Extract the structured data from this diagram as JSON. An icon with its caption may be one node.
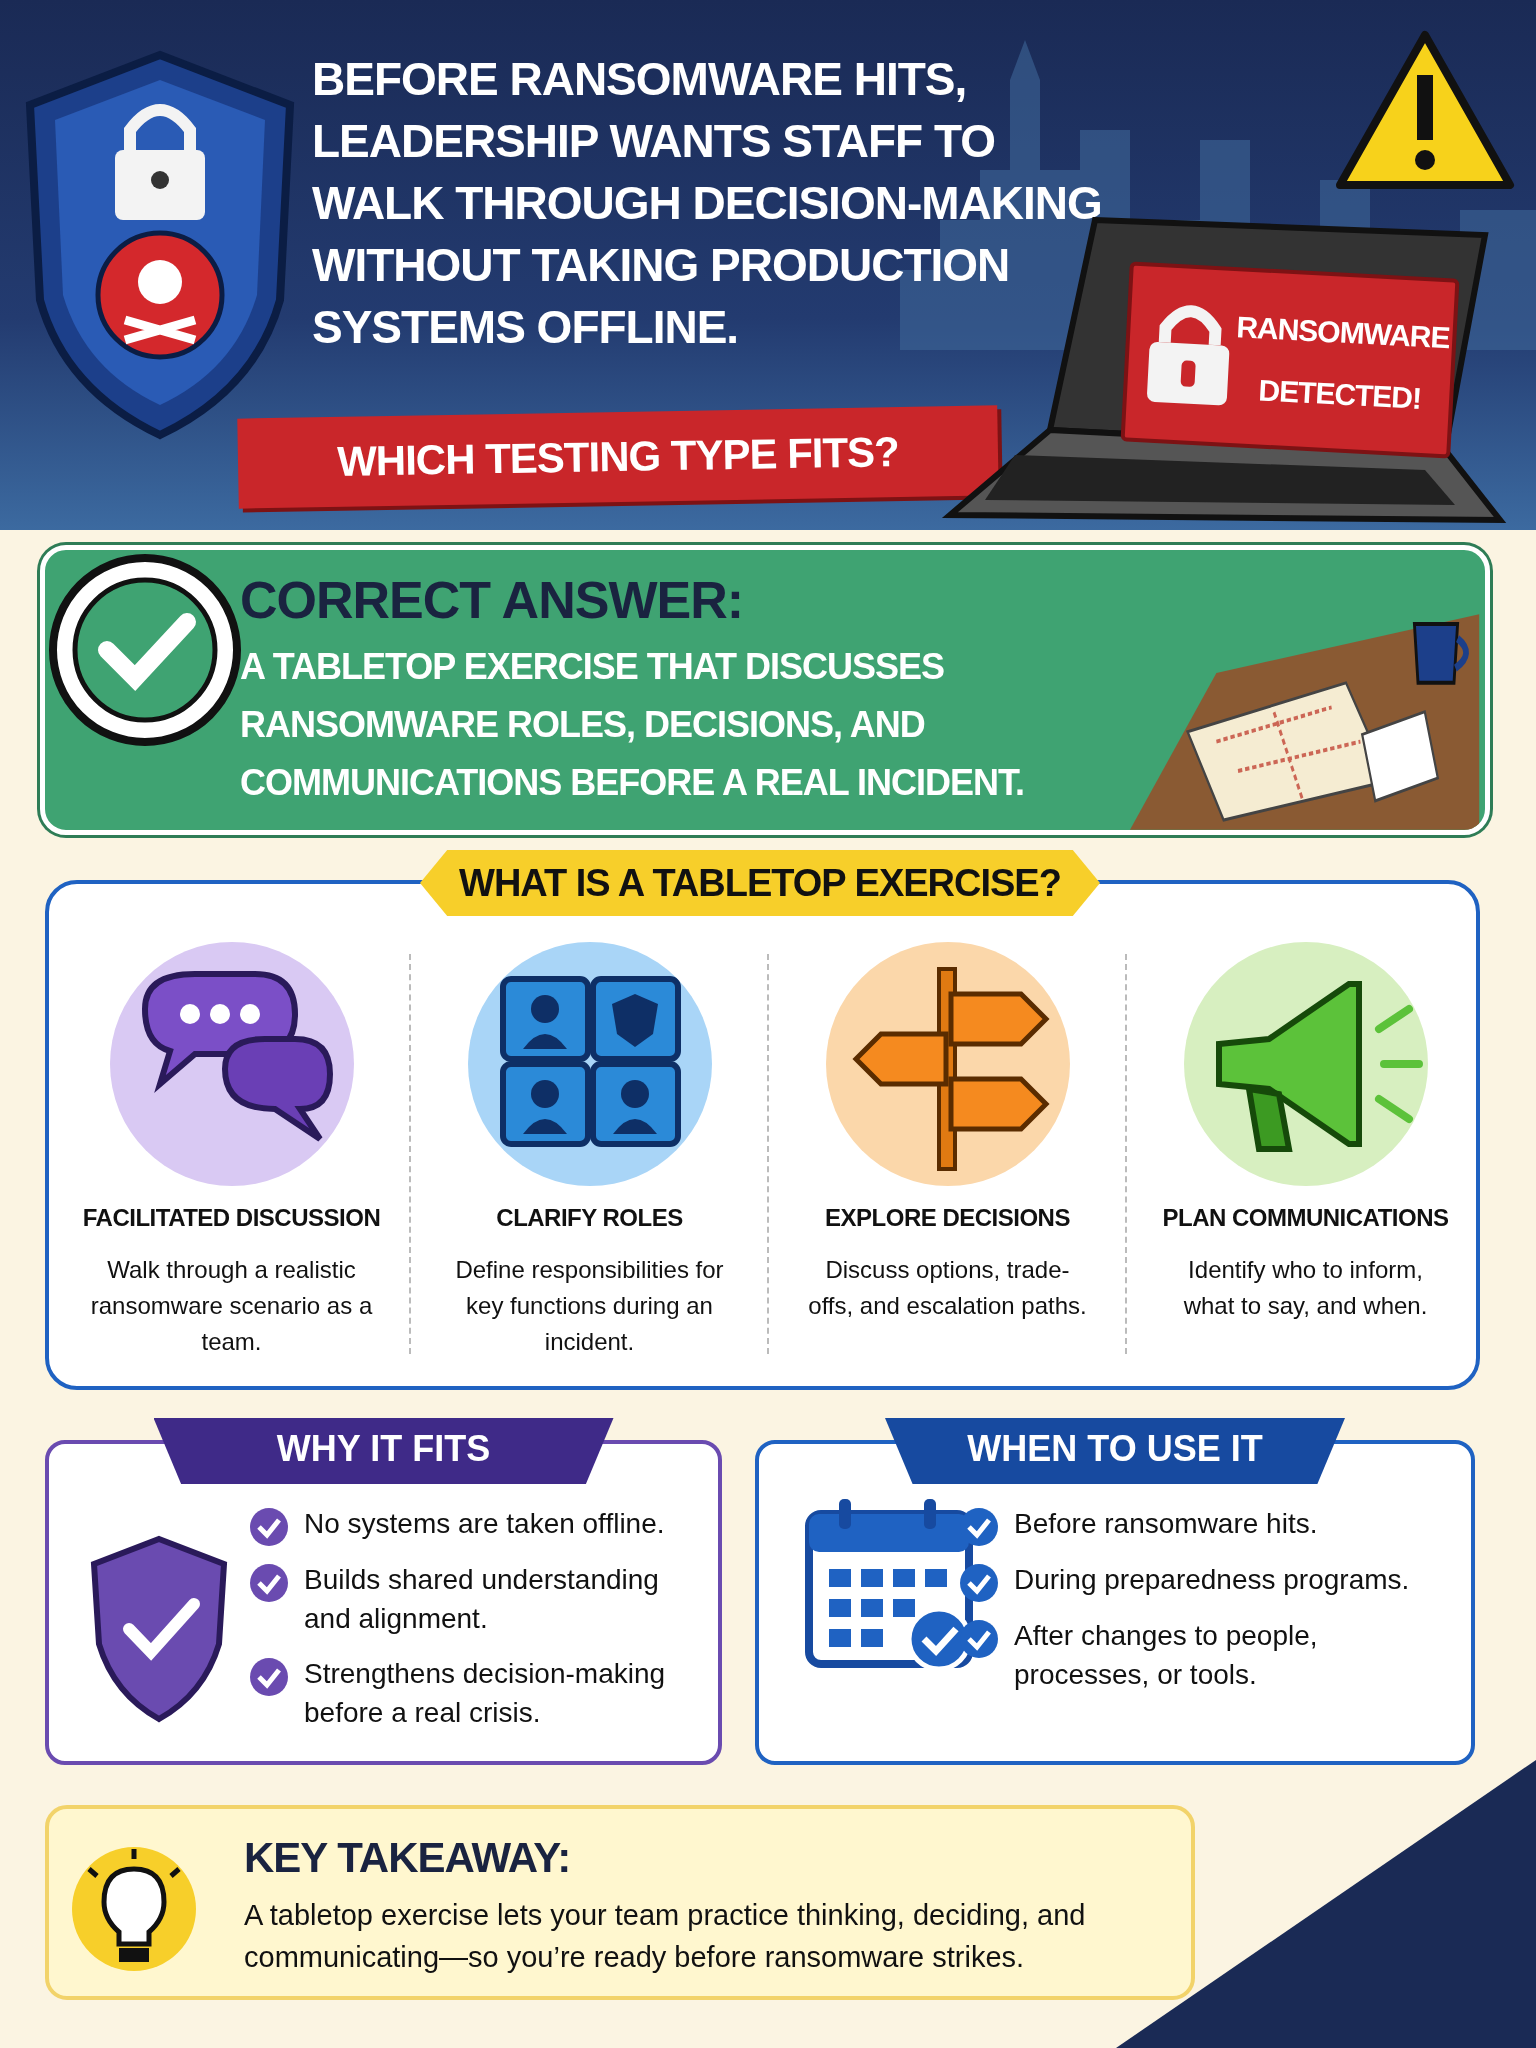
{
  "diagram": {
    "title": "BEFORE RANSOMWARE HITS, LEADERSHIP WANTS STAFF TO WALK THROUGH DECISION-MAKING WITHOUT TAKING PRODUCTION SYSTEMS OFFLINE.",
    "nodes": [
      {
        "text": [
          "WHICH TESTING TYPE FITS?"
        ]
      },
      {
        "text": [
          "RANSOMWARE DETECTED!"
        ]
      },
      {
        "text": [
          "CORRECT ANSWER:",
          "A TABLETOP EXERCISE THAT DISCUSSES RANSOMWARE ROLES, DECISIONS, AND COMMUNICATIONS BEFORE A REAL INCIDENT."
        ]
      },
      {
        "text": [
          "WHAT IS A TABLETOP EXERCISE?"
        ]
      },
      {
        "text": [
          "FACILITATED DISCUSSION",
          "Walk through a realistic ransomware scenario as a team."
        ],
        "in": 3
      },
      {
        "text": [
          "CLARIFY ROLES",
          "Define responsibilities for key functions during an incident."
        ],
        "in": 3
      },
      {
        "text": [
          "EXPLORE DECISIONS",
          "Discuss options, trade-offs, and escalation paths."
        ],
        "in": 3
      },
      {
        "text": [
          "PLAN COMMUNICATIONS",
          "Identify who to inform, what to say, and when."
        ],
        "in": 3
      },
      {
        "text": [
          "WHY IT FITS",
          "No systems are taken offline.",
          "Builds shared understanding and alignment.",
          "Strengthens decision-making before a real crisis."
        ]
      },
      {
        "text": [
          "WHEN TO USE IT",
          "Before ransomware hits.",
          "During preparedness programs.",
          "After changes to people, processes, or tools."
        ]
      },
      {
        "text": [
          "KEY TAKEAWAY:",
          "A tabletop exercise lets your team practice thinking, deciding, and communicating—so you’re ready before ransomware strikes."
        ]
      }
    ],
    "edges": []
  }
}
